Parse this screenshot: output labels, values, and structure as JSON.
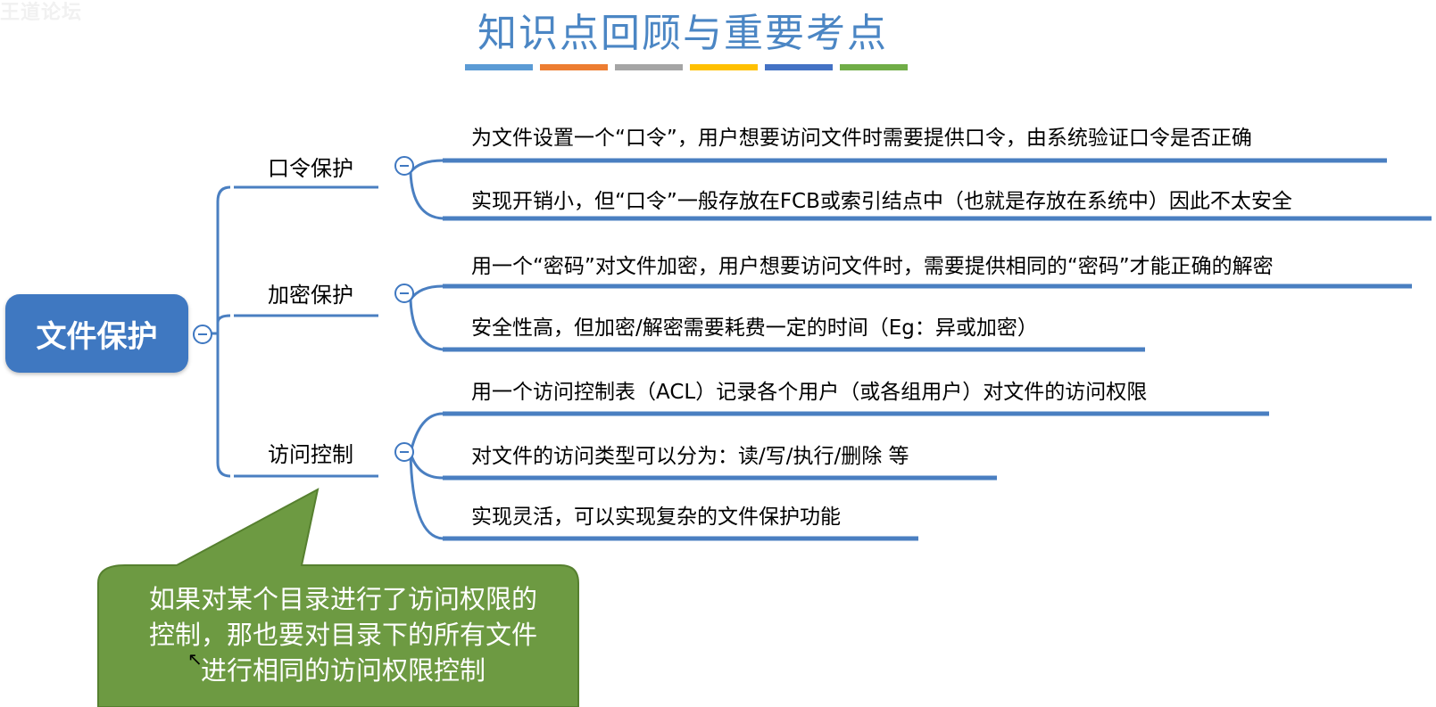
{
  "watermark": "王道论坛",
  "title": "知识点回顾与重要考点",
  "title_bar_colors": [
    "#5b9bd5",
    "#ed7d31",
    "#a5a5a5",
    "#ffc000",
    "#4472c4",
    "#70ad47"
  ],
  "root": {
    "label": "文件保护"
  },
  "branches": [
    {
      "label": "口令保护",
      "leaves": [
        "为文件设置一个“口令”，用户想要访问文件时需要提供口令，由系统验证口令是否正确",
        "实现开销小，但“口令”一般存放在FCB或索引结点中（也就是存放在系统中）因此不太安全"
      ]
    },
    {
      "label": "加密保护",
      "leaves": [
        "用一个“密码”对文件加密，用户想要访问文件时，需要提供相同的“密码”才能正确的解密",
        "安全性高，但加密/解密需要耗费一定的时间（Eg：异或加密）"
      ]
    },
    {
      "label": "访问控制",
      "leaves": [
        "用一个访问控制表（ACL）记录各个用户（或各组用户）对文件的访问权限",
        "对文件的访问类型可以分为：读/写/执行/删除 等",
        "实现灵活，可以实现复杂的文件保护功能"
      ]
    }
  ],
  "callout": {
    "line1": "如果对某个目录进行了访问权限的",
    "line2": "控制，那也要对目录下的所有文件",
    "line3": "进行相同的访问权限控制"
  },
  "colors": {
    "line": "#4a7fc1",
    "root_fill": "#3f78c1",
    "callout_fill": "#6d9a42",
    "callout_border": "#56802f",
    "title": "#4b86c4"
  }
}
